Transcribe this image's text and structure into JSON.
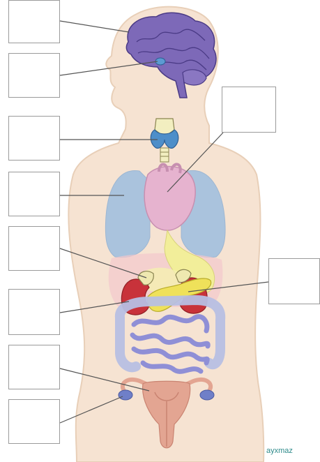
{
  "diagram": {
    "watermark": "ayxmaz",
    "label_boxes": [
      {
        "id": "brain",
        "text": ""
      },
      {
        "id": "pituitary",
        "text": ""
      },
      {
        "id": "thyroid",
        "text": ""
      },
      {
        "id": "lungs",
        "text": ""
      },
      {
        "id": "adrenal",
        "text": ""
      },
      {
        "id": "kidney",
        "text": ""
      },
      {
        "id": "uterus",
        "text": ""
      },
      {
        "id": "ovary",
        "text": ""
      },
      {
        "id": "heart",
        "text": ""
      },
      {
        "id": "pancreas",
        "text": ""
      }
    ],
    "colors": {
      "skin": "#f6e3d2",
      "skin_outline": "#e8cfb8",
      "brain": "#7d69b8",
      "lungs": "#aac3dd",
      "heart": "#e6b3cf",
      "liver_stomach": "#f2ee9a",
      "pancreas": "#efe15a",
      "kidney": "#c8323a",
      "intestine": "#8f8fd6",
      "large_intestine": "#b7bfe3",
      "uterus": "#e3a592",
      "thyroid": "#4d8ec9",
      "leader_line": "#555555",
      "watermark": "#2d8a8a"
    }
  }
}
